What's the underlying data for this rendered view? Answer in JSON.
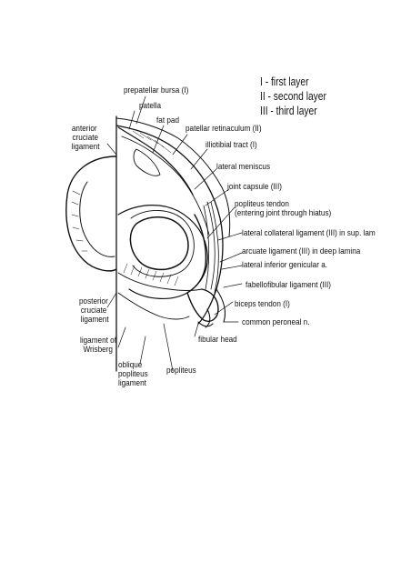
{
  "legend": {
    "first": "I - first layer",
    "second": "II - second layer",
    "third": "III - third layer"
  },
  "labels": {
    "prepatellar_bursa": "prepatellar bursa (I)",
    "patella": "patella",
    "fat_pad": "fat pad",
    "patellar_retinaculum": "patellar retinaculum (II)",
    "iliotibial_tract": "illiotibial tract (I)",
    "lateral_meniscus": "lateral meniscus",
    "joint_capsule": "joint capsule (III)",
    "popliteus_tendon_1": "popliteus tendon",
    "popliteus_tendon_2": "(entering joint through hiatus)",
    "lateral_collateral": "lateral collateral ligament (III) in sup. lam",
    "arcuate": "arcuate ligament (III) in deep lamina",
    "lateral_inferior_genicular": "lateral inferior genicular a.",
    "fabellofibular": "fabellofibular ligament (III)",
    "biceps_tendon": "biceps tendon (I)",
    "common_peroneal": "common peroneal n.",
    "fibular_head": "fibular head",
    "popliteus": "popliteus",
    "anterior_cruciate": [
      "anterior",
      "cruciate",
      "ligament"
    ],
    "posterior_cruciate": [
      "posterior",
      "cruciate",
      "ligament"
    ],
    "wrisberg": [
      "ligament of",
      "Wrisberg"
    ],
    "oblique_popliteus": [
      "oblique",
      "popliteus",
      "ligament"
    ]
  },
  "colors": {
    "ink": "#111111",
    "paper": "#ffffff"
  }
}
